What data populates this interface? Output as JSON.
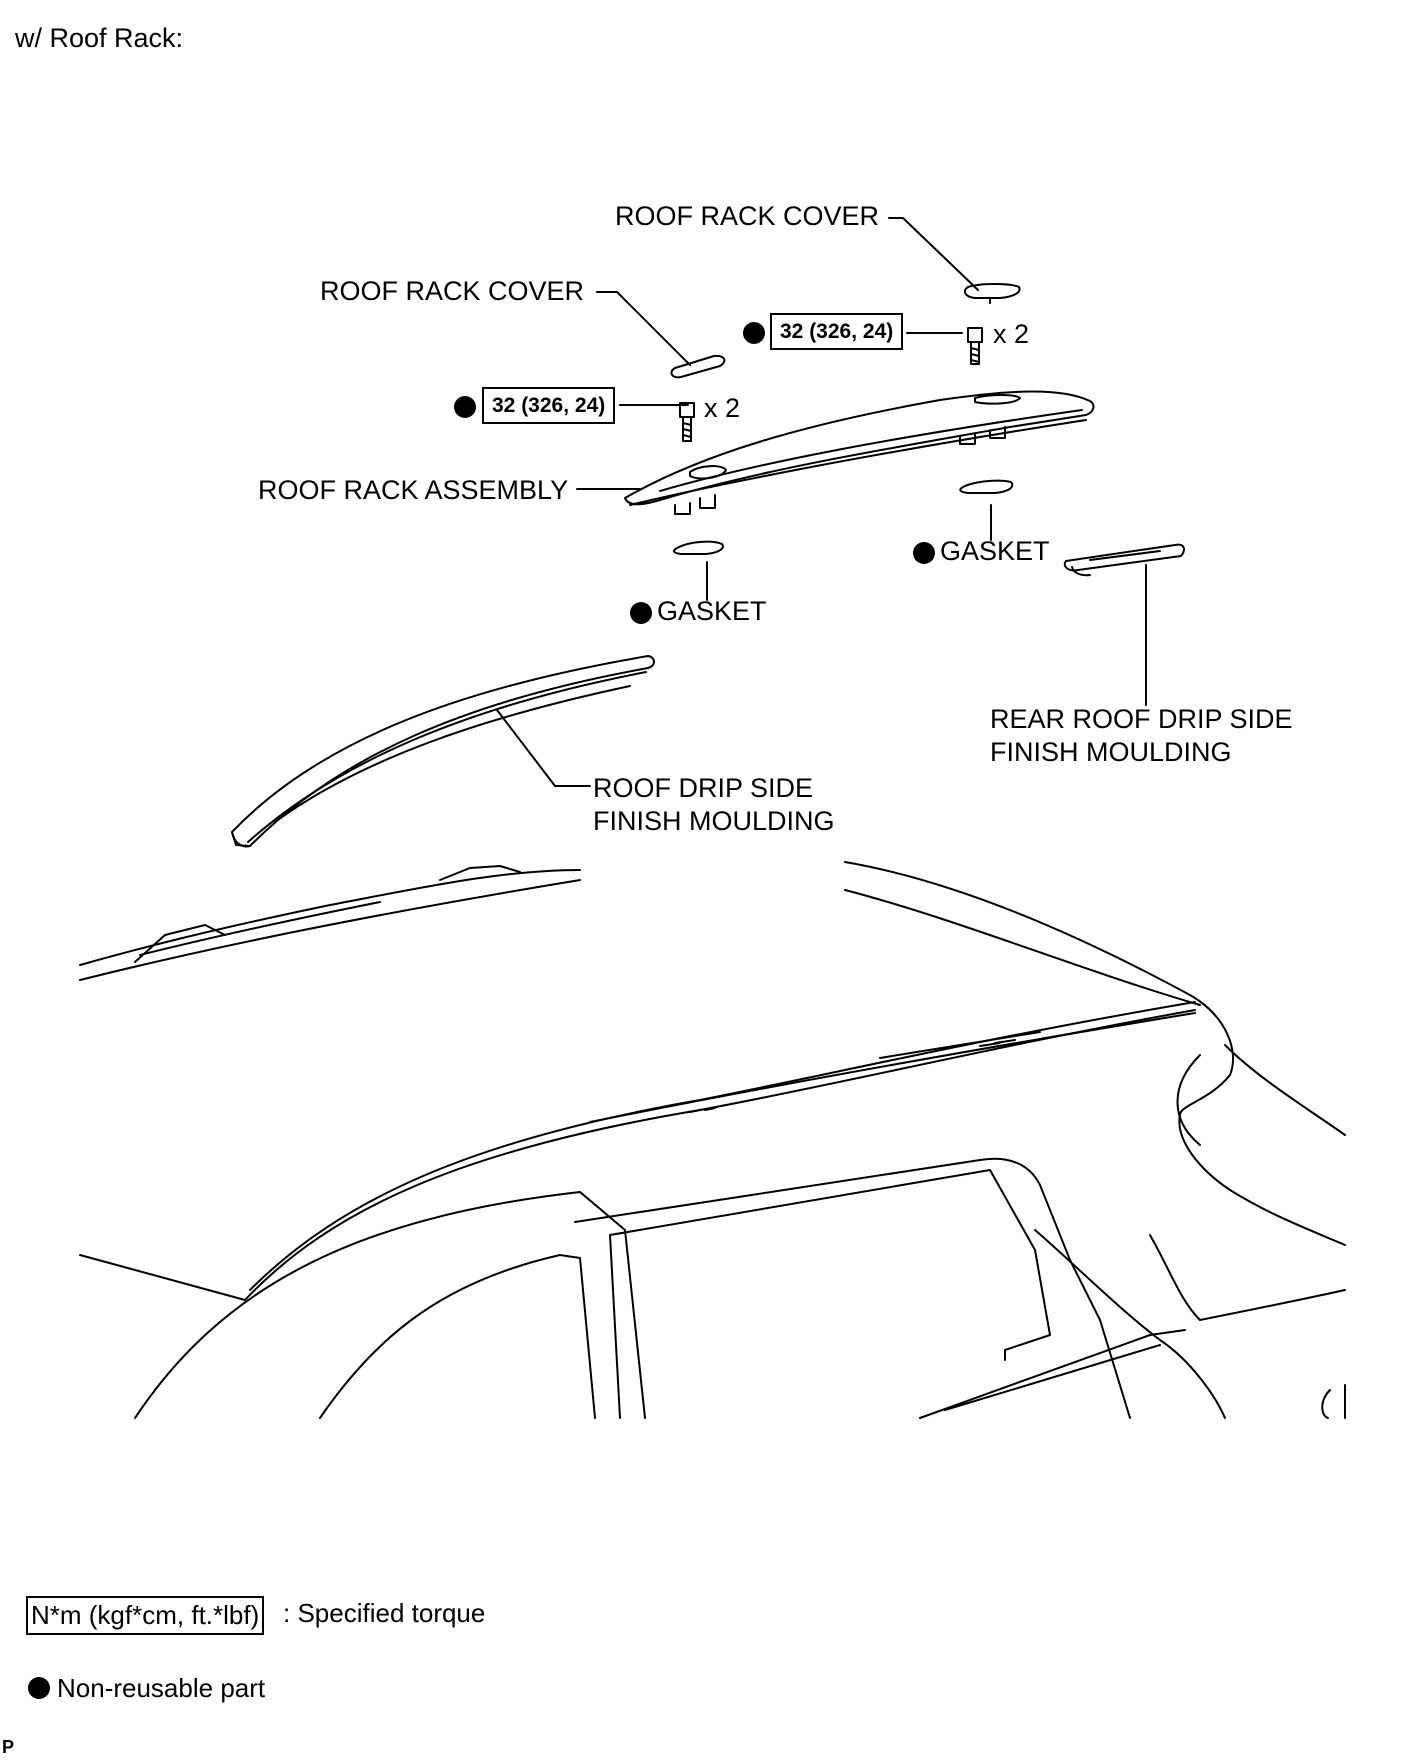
{
  "heading": "w/ Roof Rack:",
  "labels": {
    "roof_rack_cover_right": "ROOF RACK COVER",
    "roof_rack_cover_left": "ROOF RACK COVER",
    "roof_rack_assembly": "ROOF RACK ASSEMBLY",
    "gasket_right": "GASKET",
    "gasket_left": "GASKET",
    "roof_drip_line1": "ROOF DRIP SIDE",
    "roof_drip_line2": "FINISH MOULDING",
    "rear_roof_drip_line1": "REAR ROOF DRIP SIDE",
    "rear_roof_drip_line2": "FINISH MOULDING"
  },
  "torque": {
    "right": "32 (326, 24)",
    "left": "32 (326, 24)"
  },
  "quantity": {
    "right": "x 2",
    "left": "x 2"
  },
  "legend": {
    "torque_box": "N*m (kgf*cm, ft.*lbf)",
    "torque_desc": ": Specified torque",
    "non_reusable": "Non-reusable part"
  },
  "corner_mark": "P",
  "colors": {
    "line": "#000000",
    "background": "#ffffff"
  },
  "icons": [
    "non-reusable-dot-icon",
    "bolt-icon"
  ]
}
